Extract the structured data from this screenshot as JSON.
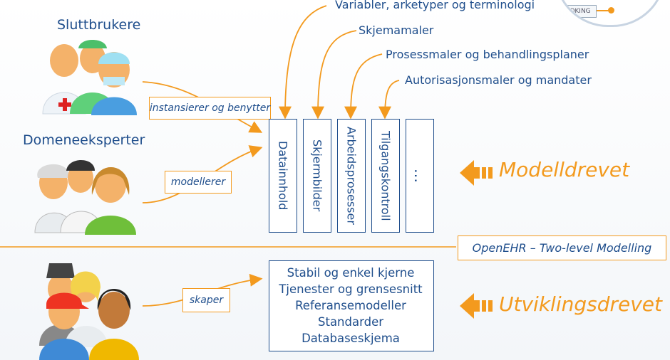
{
  "groups": {
    "end_users": "Sluttbrukere",
    "domain_experts": "Domeneeksperter"
  },
  "top_labels": [
    "Variabler,  arketyper og terminologi",
    "Skjemamaler",
    "Prosessmaler og behandlingsplaner",
    "Autorisasjonsmaler og mandater"
  ],
  "columns": [
    "Datainnhold",
    "Skjermbilder",
    "Arbeidsprosesser",
    "Tilgangskontroll",
    "…"
  ],
  "tags": {
    "instantiate": "instansierer og benytter",
    "model": "modellerer",
    "create": "skaper",
    "openehr": "OpenEHR – Two-level Modelling"
  },
  "core_items": [
    "Stabil og enkel kjerne",
    "Tjenester og grensesnitt",
    "Referansemodeller",
    "Standarder",
    "Databaseskjema"
  ],
  "side_labels": {
    "model_driven": "Modelldrevet",
    "dev_driven": "Utviklingsdrevet"
  },
  "thumbnail_text": "OKING",
  "colors": {
    "accent": "#f39a1e",
    "text": "#1f4e8c"
  }
}
